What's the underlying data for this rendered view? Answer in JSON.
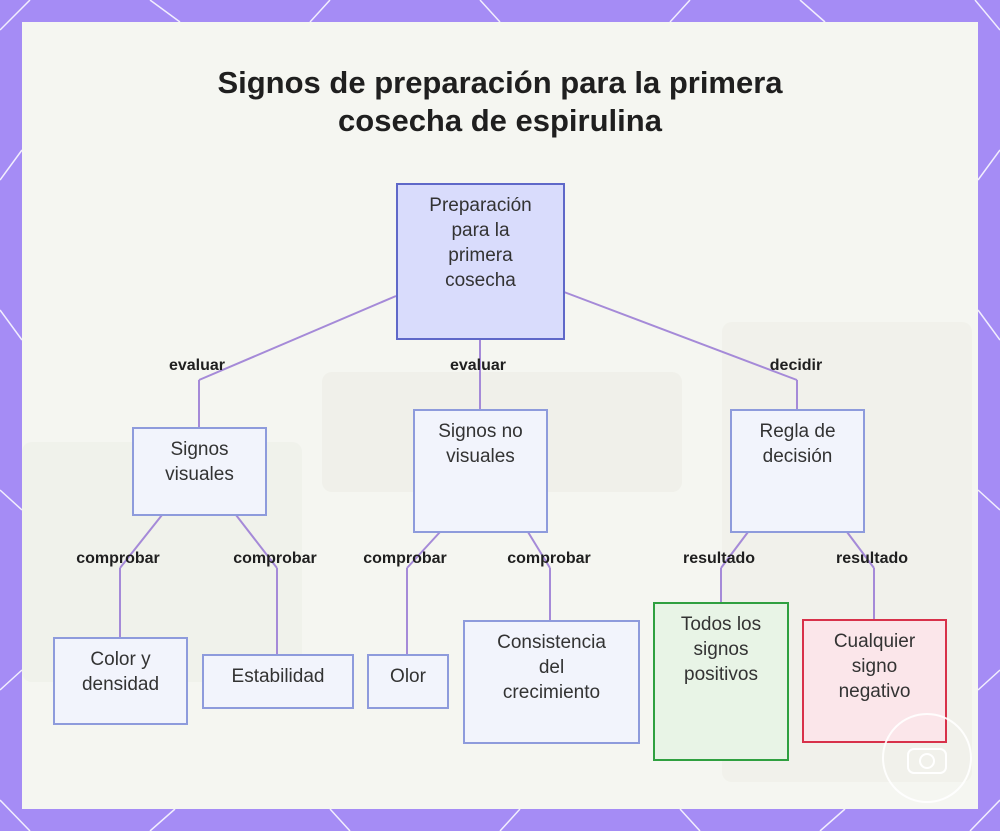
{
  "title": "Signos de preparación para la primera cosecha de espirulina",
  "nodes": {
    "root": "Preparación\npara la\nprimera\ncosecha",
    "visual": "Signos\nvisuales",
    "nonvisual": "Signos no\nvisuales",
    "decision": "Regla de\ndecisión",
    "color": "Color y\ndensidad",
    "stability": "Estabilidad",
    "smell": "Olor",
    "consistency": "Consistencia\ndel\ncrecimiento",
    "positive": "Todos los\nsignos\npositivos",
    "negative": "Cualquier\nsigno\nnegativo"
  },
  "edge_labels": {
    "evaluar_1": "evaluar",
    "evaluar_2": "evaluar",
    "decidir": "decidir",
    "comprobar_1": "comprobar",
    "comprobar_2": "comprobar",
    "comprobar_3": "comprobar",
    "comprobar_4": "comprobar",
    "resultado_1": "resultado",
    "resultado_2": "resultado"
  },
  "colors": {
    "frame": "#a58cf5",
    "edge": "#a58ad8",
    "root_fill": "#d9dcfc",
    "node_fill": "#f2f4fc",
    "positive_border": "#2fa040",
    "negative_border": "#d8314a"
  }
}
